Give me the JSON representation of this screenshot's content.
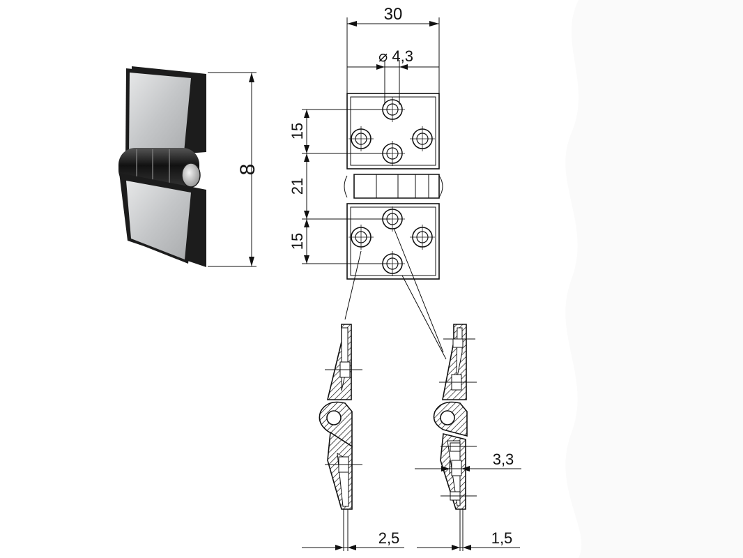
{
  "dimensions": {
    "width_30": "30",
    "hole_diameter": "⌀ 4,3",
    "pitch_top_15": "15",
    "knuckle_21": "21",
    "pitch_bottom_15": "15",
    "height_8": "8",
    "depth_3_3": "3,3",
    "thickness_2_5": "2,5",
    "thickness_1_5": "1,5"
  },
  "colors": {
    "line": "#111111",
    "metal_face": "#c9cacb",
    "frame": "#1a1a1a",
    "background": "#ffffff"
  }
}
